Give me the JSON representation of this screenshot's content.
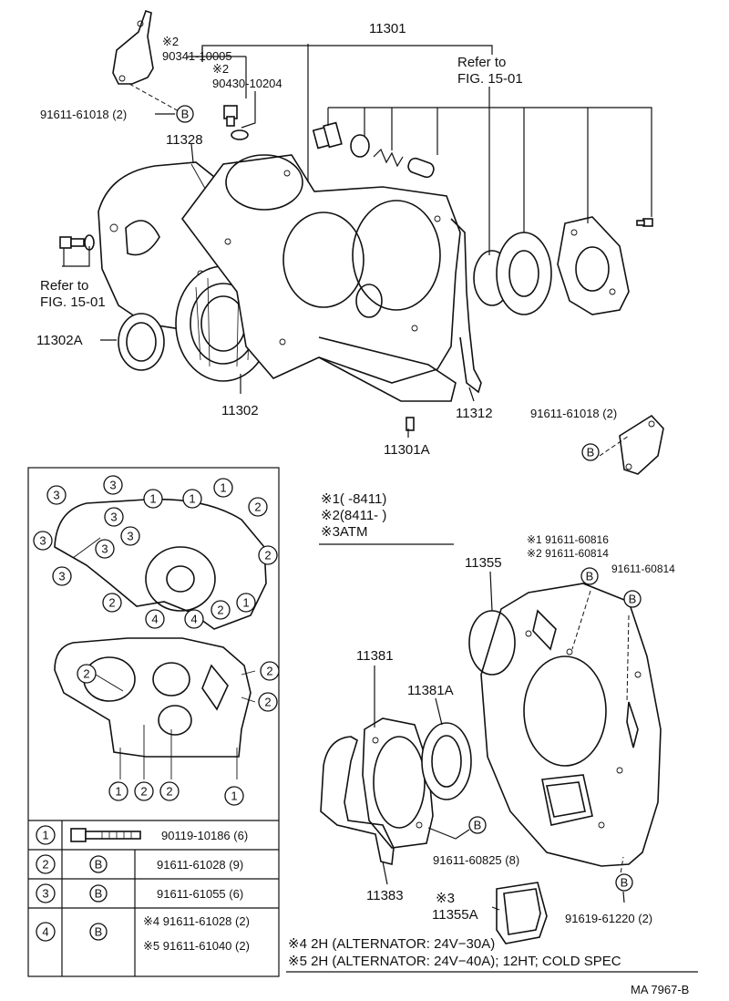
{
  "part_labels": {
    "p11301": "11301",
    "p90341": "90341-10005",
    "p90430": "90430-10204",
    "star2a": "※2",
    "star2b": "※2",
    "refer_top": "Refer to",
    "fig_top": "FIG. 15-01",
    "p91611_61018_top": "91611-61018 (2)",
    "p11328": "11328",
    "refer_left": "Refer to",
    "fig_left": "FIG. 15-01",
    "p11302A": "11302A",
    "p11302": "11302",
    "p11312": "11312",
    "p11301A": "11301A",
    "p91611_61018_right": "91611-61018 (2)",
    "p11355": "11355",
    "n1_816": "※1 91611-60816",
    "n2_814": "※2 91611-60814",
    "p91611_60814": "91611-60814",
    "p11381": "11381",
    "p11381A": "11381A",
    "p91611_60825": "91611-60825 (8)",
    "p11383": "11383",
    "star3": "※3",
    "p11355A": "11355A",
    "p91619_61220": "91619-61220 (2)",
    "fig_code": "MA  7967-B",
    "bolt_b": "B"
  },
  "notes": {
    "n1": "※1(      -8411)",
    "n2": "※2(8411-       )",
    "n3": "※3ATM"
  },
  "footnotes": {
    "f4": "※4 2H (ALTERNATOR: 24V−30A)",
    "f5": "※5 2H (ALTERNATOR: 24V−40A); 12HT; COLD SPEC"
  },
  "bolt_table": {
    "rows": [
      {
        "key": "1",
        "symbol": "bolt",
        "part": "90119-10186 (6)"
      },
      {
        "key": "2",
        "symbol": "B",
        "part": "91611-61028 (9)"
      },
      {
        "key": "3",
        "symbol": "B",
        "part": "91611-61055 (6)"
      },
      {
        "key": "4",
        "symbol": "B",
        "part_a": "※4 91611-61028 (2)",
        "part_b": "※5 91611-61040 (2)"
      }
    ]
  },
  "inset_markers": {
    "m1": "1",
    "m2": "2",
    "m3": "3",
    "m4": "4"
  }
}
